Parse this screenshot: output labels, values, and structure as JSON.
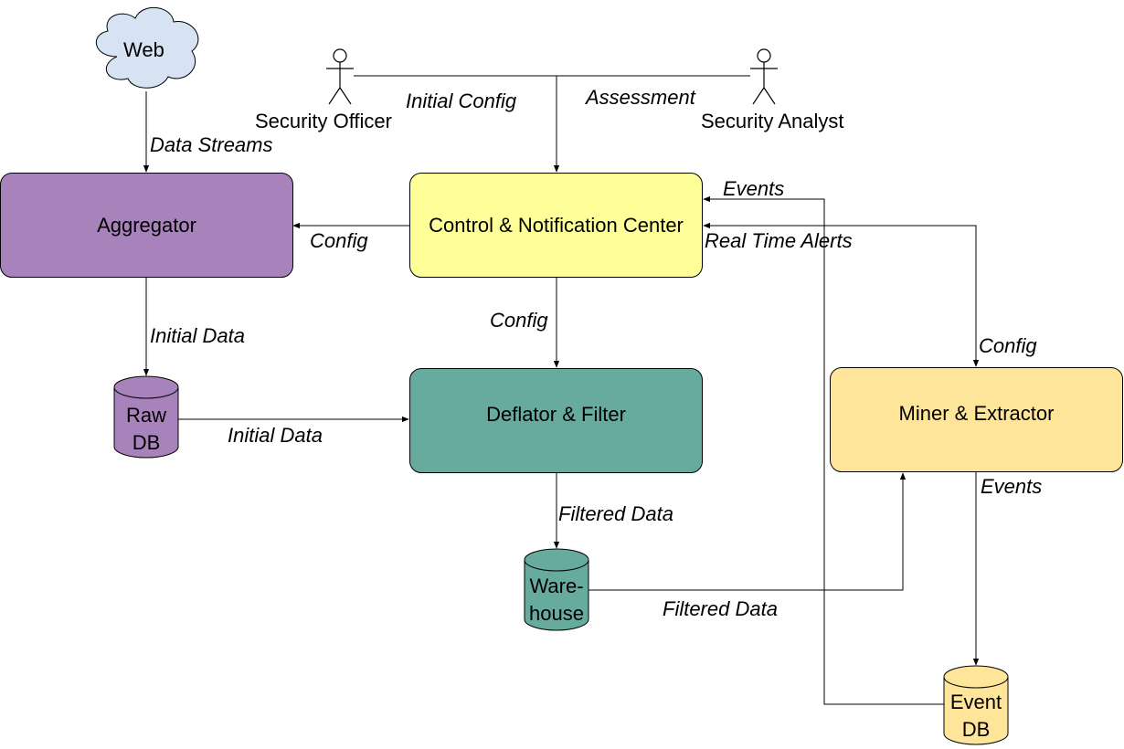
{
  "nodes": {
    "web": {
      "label": "Web",
      "color": "#d7e3f3"
    },
    "aggregator": {
      "label": "Aggregator",
      "color": "#a883bb"
    },
    "control_center": {
      "label": "Control & Notification Center",
      "color": "#ffff99"
    },
    "deflator_filter": {
      "label": "Deflator & Filter",
      "color": "#67ab9f"
    },
    "miner_extractor": {
      "label": "Miner & Extractor",
      "color": "#ffe599"
    },
    "raw_db": {
      "line1": "Raw",
      "line2": "DB",
      "color": "#a883bb"
    },
    "warehouse_db": {
      "line1": "Ware-",
      "line2": "house",
      "color": "#67ab9f"
    },
    "event_db": {
      "line1": "Event",
      "line2": "DB",
      "color": "#ffe599"
    }
  },
  "actors": {
    "security_officer": {
      "label": "Security Officer"
    },
    "security_analyst": {
      "label": "Security Analyst"
    }
  },
  "edges": {
    "data_streams": "Data Streams",
    "initial_config": "Initial Config",
    "assessment": "Assessment",
    "config_to_aggregator": "Config",
    "config_to_deflator": "Config",
    "config_to_miner": "Config",
    "events_to_control": "Events",
    "real_time_alerts": "Real Time Alerts",
    "initial_data_to_rawdb": "Initial Data",
    "initial_data_to_deflator": "Initial Data",
    "filtered_data_to_warehouse": "Filtered Data",
    "filtered_data_to_miner": "Filtered Data",
    "events_to_eventdb": "Events"
  }
}
